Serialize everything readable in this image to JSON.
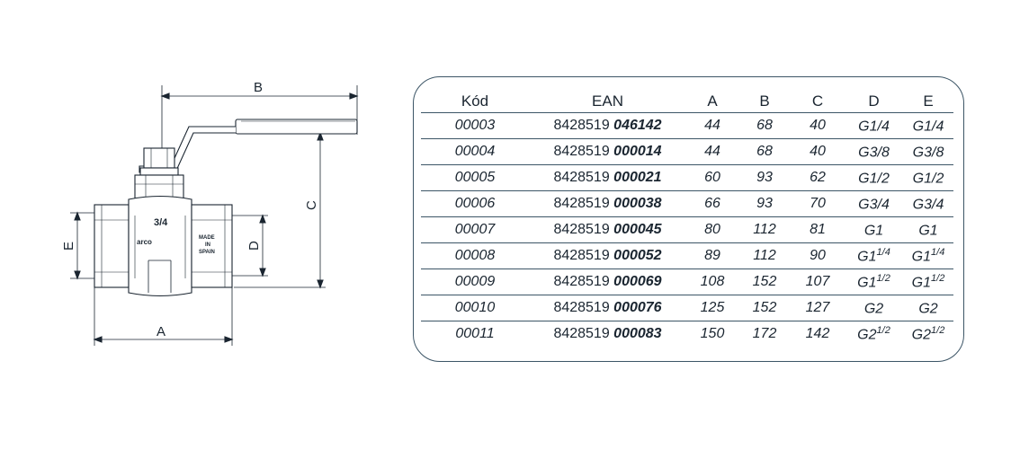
{
  "drawing": {
    "labels": {
      "a": "A",
      "b": "B",
      "c": "C",
      "d": "D",
      "e": "E"
    },
    "body_stamps": {
      "size": "3/4",
      "brand": "arco",
      "origin_line1": "MADE",
      "origin_line2": "IN",
      "origin_line3": "SPAIN"
    }
  },
  "table": {
    "headers": {
      "kod": "Kód",
      "ean": "EAN",
      "a": "A",
      "b": "B",
      "c": "C",
      "d": "D",
      "e": "E"
    },
    "rows": [
      {
        "kod": "00003",
        "ean_prefix": "8428519 ",
        "ean_suffix": "046142",
        "a": "44",
        "b": "68",
        "c": "40",
        "d_base": "G1/4",
        "d_sup": "",
        "e_base": "G1/4",
        "e_sup": ""
      },
      {
        "kod": "00004",
        "ean_prefix": "8428519 ",
        "ean_suffix": "000014",
        "a": "44",
        "b": "68",
        "c": "40",
        "d_base": "G3/8",
        "d_sup": "",
        "e_base": "G3/8",
        "e_sup": ""
      },
      {
        "kod": "00005",
        "ean_prefix": "8428519 ",
        "ean_suffix": "000021",
        "a": "60",
        "b": "93",
        "c": "62",
        "d_base": "G1/2",
        "d_sup": "",
        "e_base": "G1/2",
        "e_sup": ""
      },
      {
        "kod": "00006",
        "ean_prefix": "8428519 ",
        "ean_suffix": "000038",
        "a": "66",
        "b": "93",
        "c": "70",
        "d_base": "G3/4",
        "d_sup": "",
        "e_base": "G3/4",
        "e_sup": ""
      },
      {
        "kod": "00007",
        "ean_prefix": "8428519 ",
        "ean_suffix": "000045",
        "a": "80",
        "b": "112",
        "c": "81",
        "d_base": "G1",
        "d_sup": "",
        "e_base": "G1",
        "e_sup": ""
      },
      {
        "kod": "00008",
        "ean_prefix": "8428519 ",
        "ean_suffix": "000052",
        "a": "89",
        "b": "112",
        "c": "90",
        "d_base": "G1",
        "d_sup": "1/4",
        "e_base": "G1",
        "e_sup": "1/4"
      },
      {
        "kod": "00009",
        "ean_prefix": "8428519 ",
        "ean_suffix": "000069",
        "a": "108",
        "b": "152",
        "c": "107",
        "d_base": "G1",
        "d_sup": "1/2",
        "e_base": "G1",
        "e_sup": "1/2"
      },
      {
        "kod": "00010",
        "ean_prefix": "8428519 ",
        "ean_suffix": "000076",
        "a": "125",
        "b": "152",
        "c": "127",
        "d_base": "G2",
        "d_sup": "",
        "e_base": "G2",
        "e_sup": ""
      },
      {
        "kod": "00011",
        "ean_prefix": "8428519 ",
        "ean_suffix": "000083",
        "a": "150",
        "b": "172",
        "c": "142",
        "d_base": "G2",
        "d_sup": "1/2",
        "e_base": "G2",
        "e_sup": "1/2"
      }
    ]
  }
}
